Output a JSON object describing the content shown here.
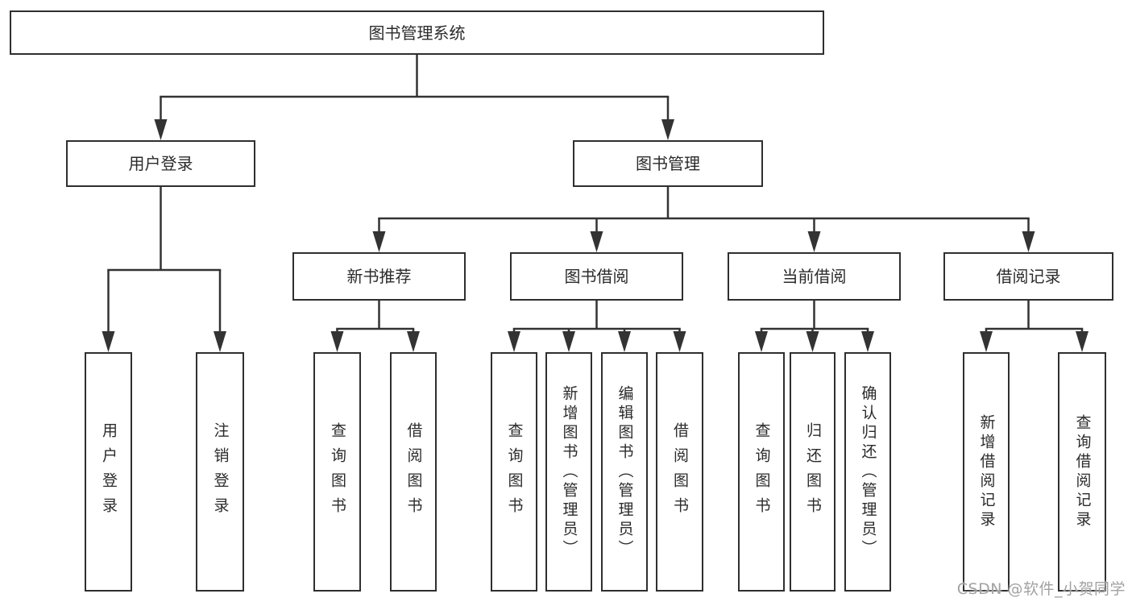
{
  "diagram": {
    "title": "图书管理系统",
    "nodes": [
      {
        "id": "root",
        "label": "图书管理系统",
        "parent": null,
        "orientation": "horizontal"
      },
      {
        "id": "user-login",
        "label": "用户登录",
        "parent": "root",
        "orientation": "horizontal"
      },
      {
        "id": "book-mgmt",
        "label": "图书管理",
        "parent": "root",
        "orientation": "horizontal"
      },
      {
        "id": "new-book-rec",
        "label": "新书推荐",
        "parent": "book-mgmt",
        "orientation": "horizontal"
      },
      {
        "id": "book-borrow",
        "label": "图书借阅",
        "parent": "book-mgmt",
        "orientation": "horizontal"
      },
      {
        "id": "current-borrow",
        "label": "当前借阅",
        "parent": "book-mgmt",
        "orientation": "horizontal"
      },
      {
        "id": "borrow-records",
        "label": "借阅记录",
        "parent": "book-mgmt",
        "orientation": "horizontal"
      },
      {
        "id": "leaf-user-login",
        "label": "用户登录",
        "parent": "user-login",
        "orientation": "vertical"
      },
      {
        "id": "leaf-user-logout",
        "label": "注销登录",
        "parent": "user-login",
        "orientation": "vertical"
      },
      {
        "id": "leaf-nbr-query",
        "label": "查询图书",
        "parent": "new-book-rec",
        "orientation": "vertical"
      },
      {
        "id": "leaf-nbr-borrow",
        "label": "借阅图书",
        "parent": "new-book-rec",
        "orientation": "vertical"
      },
      {
        "id": "leaf-bb-query",
        "label": "查询图书",
        "parent": "book-borrow",
        "orientation": "vertical"
      },
      {
        "id": "leaf-bb-add",
        "label": "新增图书（管理员）",
        "parent": "book-borrow",
        "orientation": "vertical"
      },
      {
        "id": "leaf-bb-edit",
        "label": "编辑图书（管理员）",
        "parent": "book-borrow",
        "orientation": "vertical"
      },
      {
        "id": "leaf-bb-borrow",
        "label": "借阅图书",
        "parent": "book-borrow",
        "orientation": "vertical"
      },
      {
        "id": "leaf-cb-query",
        "label": "查询图书",
        "parent": "current-borrow",
        "orientation": "vertical"
      },
      {
        "id": "leaf-cb-return",
        "label": "归还图书",
        "parent": "current-borrow",
        "orientation": "vertical"
      },
      {
        "id": "leaf-cb-confirm",
        "label": "确认归还（管理员）",
        "parent": "current-borrow",
        "orientation": "vertical"
      },
      {
        "id": "leaf-br-add",
        "label": "新增借阅记录",
        "parent": "borrow-records",
        "orientation": "vertical"
      },
      {
        "id": "leaf-br-query",
        "label": "查询借阅记录",
        "parent": "borrow-records",
        "orientation": "vertical"
      }
    ]
  },
  "watermark": {
    "text": "CSDN @软件_小贺同学"
  },
  "colors": {
    "line": "#333333",
    "box_border": "#2f2f2f",
    "text": "#2b2b2b",
    "watermark": "#a2a2a2",
    "background": "#ffffff"
  }
}
